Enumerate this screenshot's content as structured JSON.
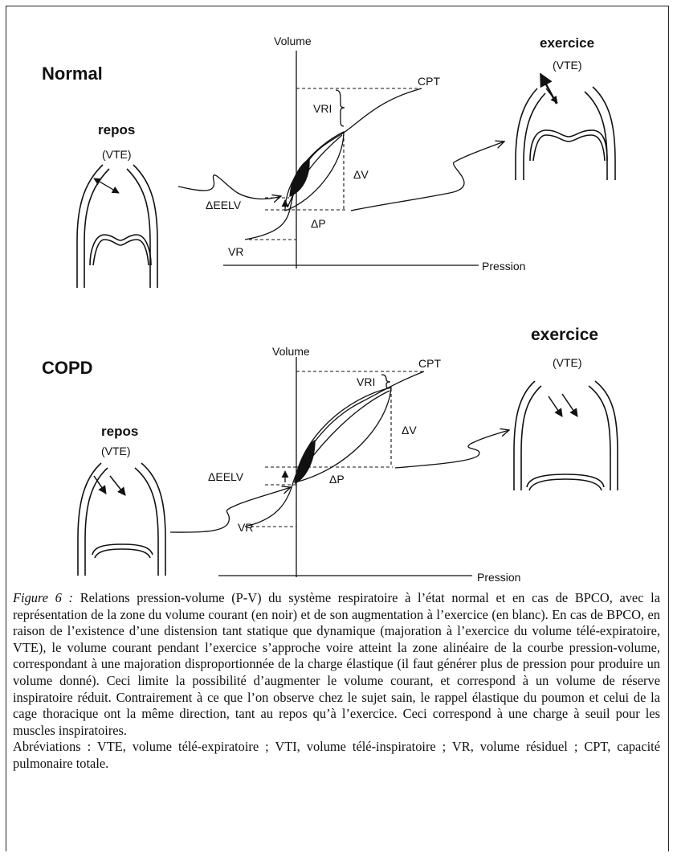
{
  "normal": {
    "title": "Normal",
    "axis_y": "Volume",
    "axis_x": "Pression",
    "rest_label": "repos",
    "rest_vte": "(VTE)",
    "exercise_label": "exercice",
    "exercise_vte": "(VTE)",
    "cpt": "CPT",
    "vri": "VRI",
    "vr": "VR",
    "delta_v": "ΔV",
    "delta_p": "ΔP",
    "delta_eelv": "ΔEELV"
  },
  "copd": {
    "title": "COPD",
    "axis_y": "Volume",
    "axis_x": "Pression",
    "rest_label": "repos",
    "rest_vte": "(VTE)",
    "exercise_label": "exercice",
    "exercise_vte": "(VTE)",
    "cpt": "CPT",
    "vri": "VRI",
    "vr": "VR",
    "delta_v": "ΔV",
    "delta_p": "ΔP",
    "delta_eelv": "ΔEELV"
  },
  "caption": {
    "figure_label": "Figure 6 :",
    "body": "Relations pression-volume (P-V) du système respiratoire à l’état normal et en cas de BPCO, avec la représentation de la zone du volume courant (en noir) et de son augmentation à l’exercice (en blanc). En cas de BPCO, en raison de l’existence d’une distension tant statique que dynamique (majoration à l’exercice du volume télé-expiratoire, VTE), le volume courant pendant l’exercice s’approche voire atteint la zone alinéaire de la courbe pression-volume, correspondant à une majoration disproportionnée de la charge élastique (il faut générer plus de pression pour produire un volume donné). Ceci limite la possibilité d’augmenter le volume courant, et correspond à un volume de réserve inspiratoire réduit. Contrairement à ce que l’on observe chez le sujet sain, le rappel élastique du poumon et celui de la cage thoracique ont la même direction, tant au repos qu’à l’exercice. Ceci correspond à une charge à seuil pour les muscles inspiratoires.",
    "abbreviations": "Abréviations : VTE, volume télé-expiratoire ; VTI, volume télé-inspiratoire ; VR, volume résiduel ; CPT, capacité pulmonaire totale."
  },
  "colors": {
    "ink": "#111111",
    "background": "#ffffff"
  }
}
